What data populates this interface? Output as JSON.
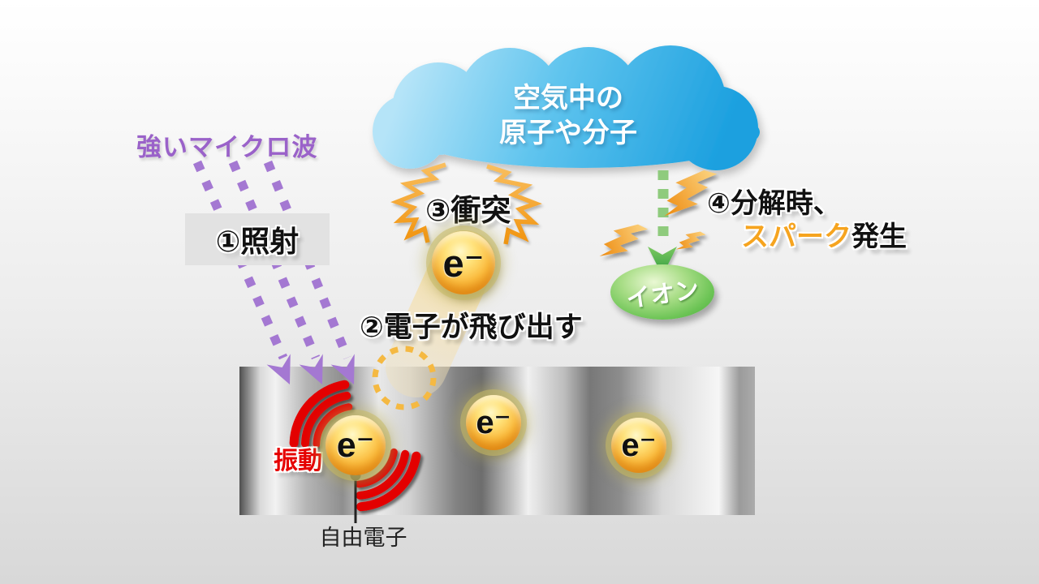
{
  "diagram": {
    "cloud": {
      "line1": "空気中の",
      "line2": "原子や分子"
    },
    "microwave": {
      "label": "強いマイクロ波"
    },
    "steps": {
      "step1": "①照射",
      "step2": "②電子が飛び出す",
      "step3": "③衝突",
      "step4_prefix": "④分解時、",
      "step4_spark": "スパーク",
      "step4_suffix": "発生"
    },
    "ion": {
      "label": "イオン"
    },
    "vibration": {
      "label": "振動"
    },
    "free_electron": {
      "label": "自由電子"
    },
    "electron": {
      "symbol": "e⁻"
    },
    "colors": {
      "microwave_purple": "#9a62c9",
      "dash_purple": "#a478d2",
      "spark_text_orange": "#f6a41f",
      "lightning_orange": "#ef8f15",
      "cloud_blue_light": "#b5e4f8",
      "cloud_blue_dark": "#1ca0df",
      "ion_green": "#46a63e",
      "arrow_green": "#8fcb7d",
      "vibration_red": "#e60000",
      "electron_yellow": "#fbbc3f",
      "metal_gray": "#8f8f8f"
    }
  }
}
